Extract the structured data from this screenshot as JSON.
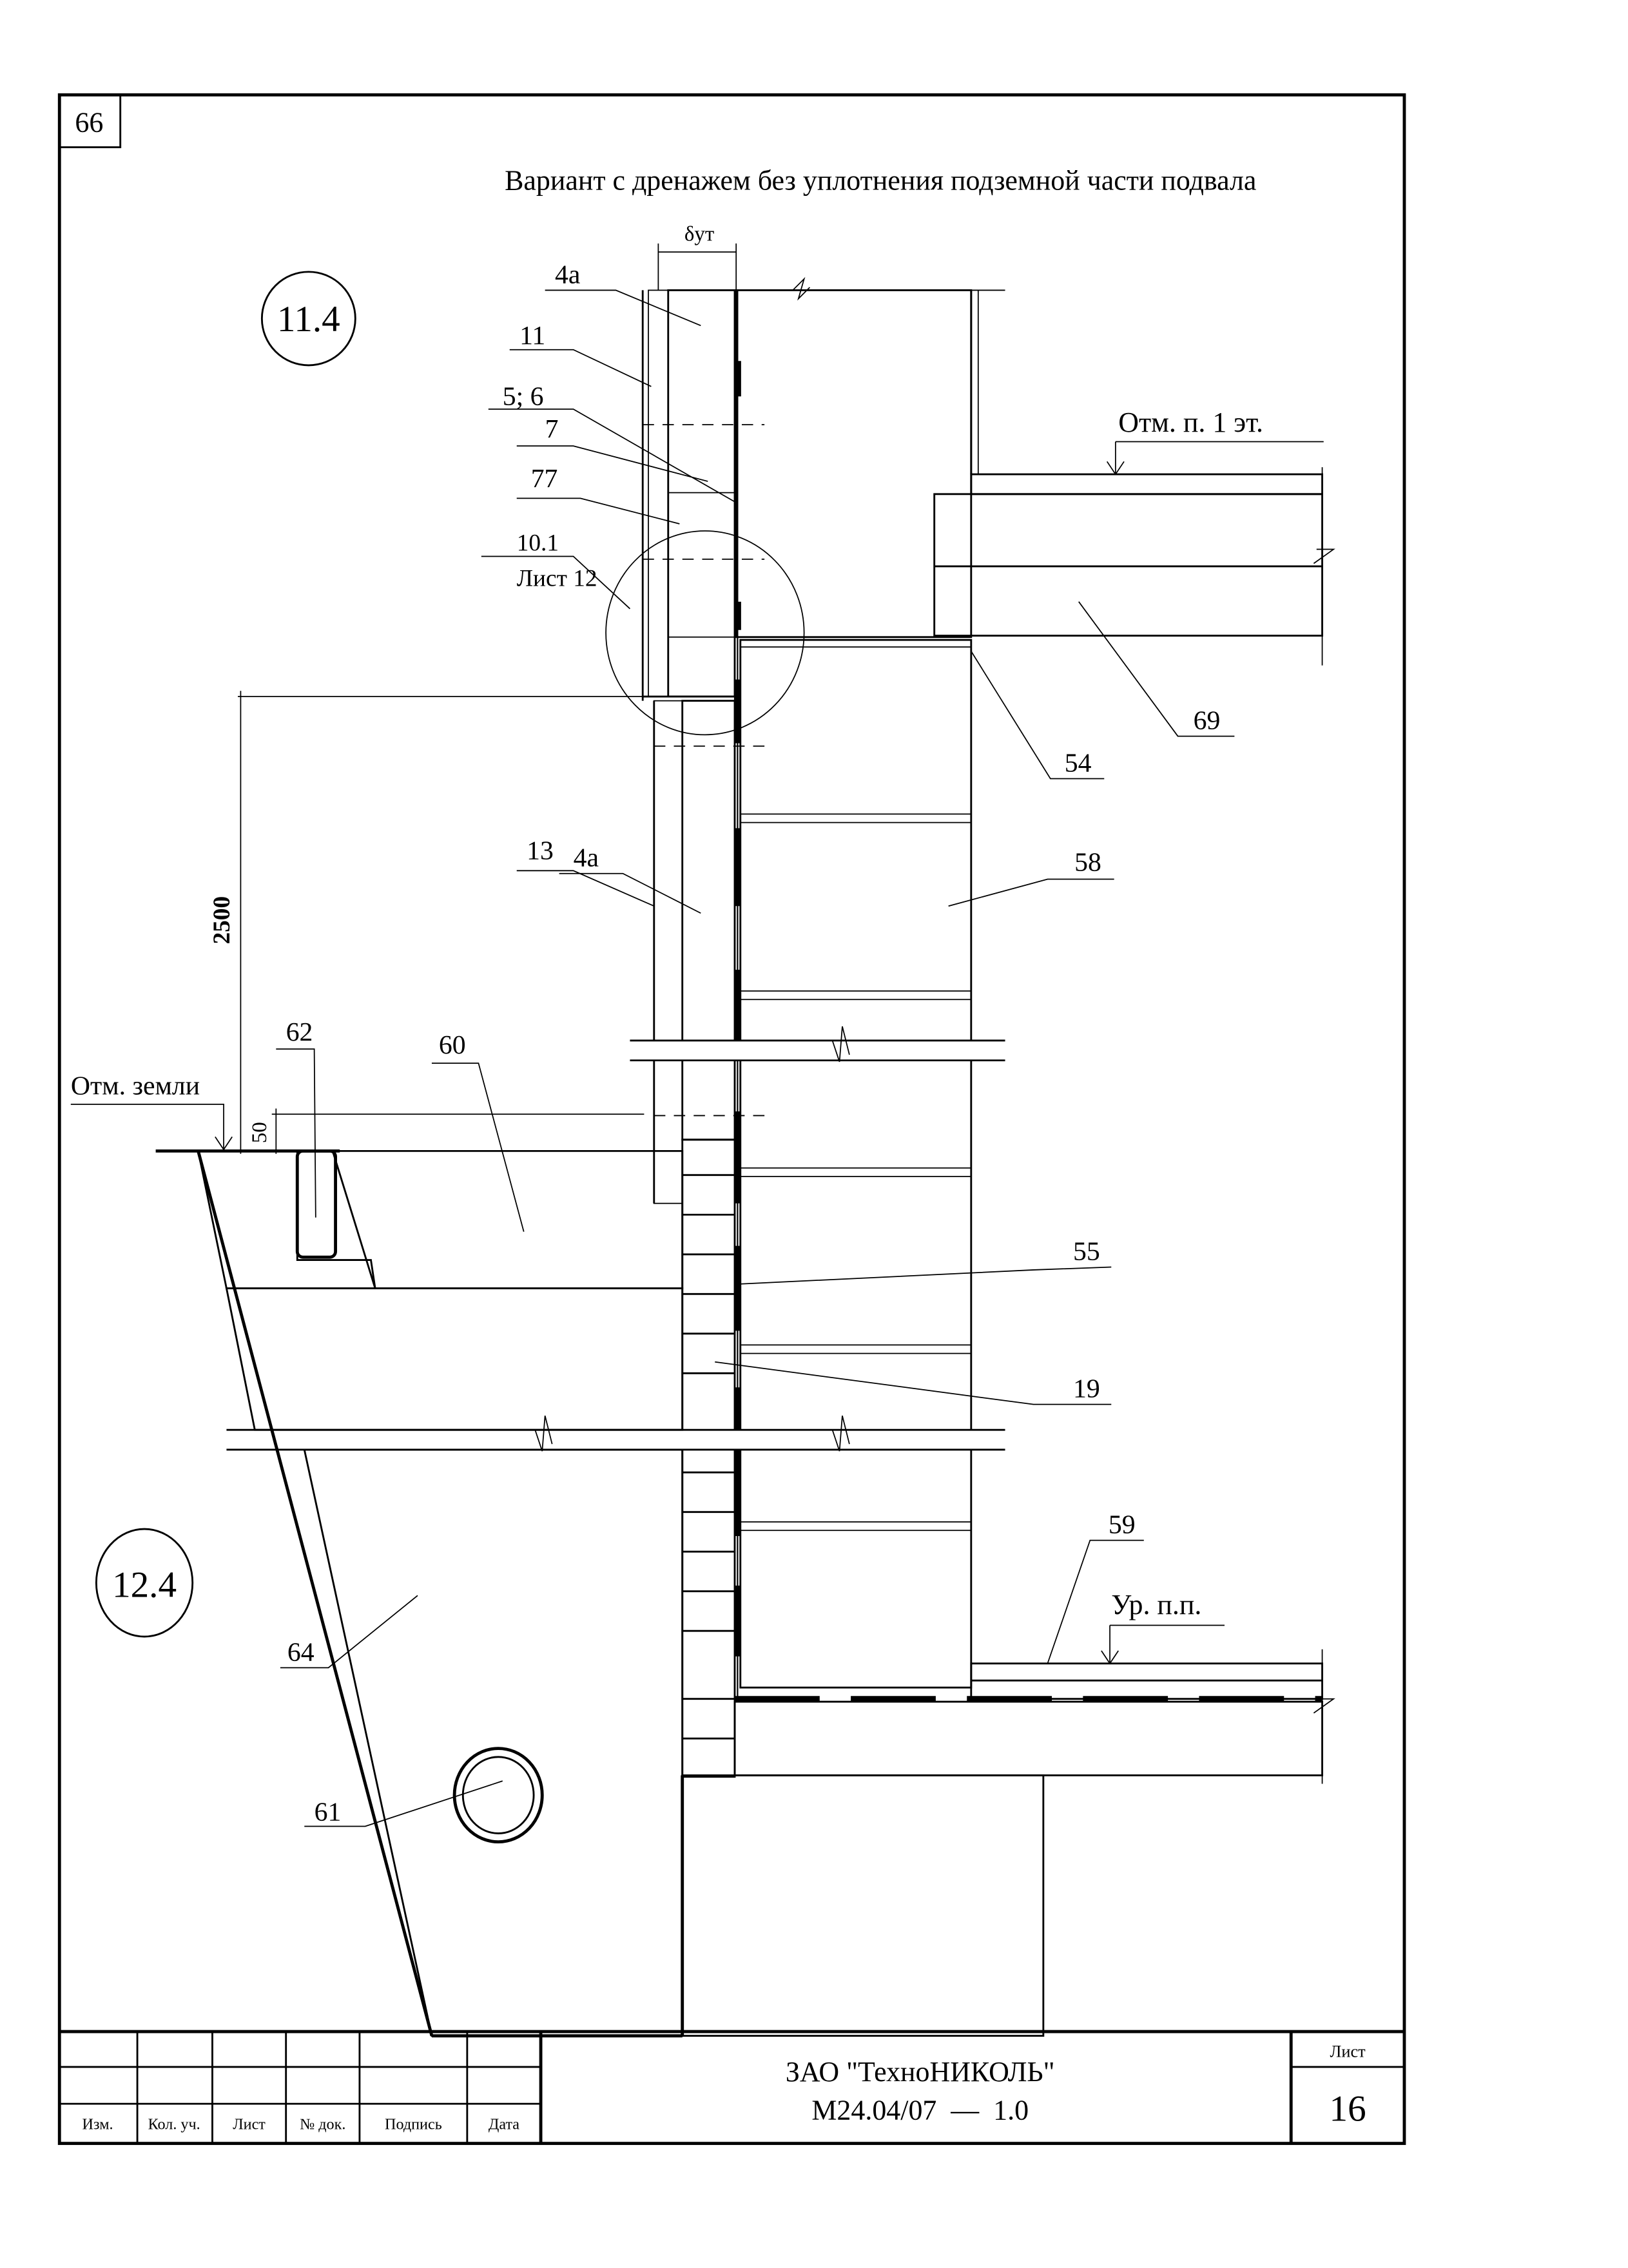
{
  "sheet": {
    "corner_number": "66",
    "title": "Вариант с дренажем без уплотнения подземной части подвала",
    "node_markers": [
      "11.4",
      "12.4"
    ],
    "dimension_symbol": "δут",
    "dimensions": {
      "height_label": "2500",
      "offset_label": "50"
    },
    "elevations": {
      "ground": "Отм. земли",
      "first_floor": "Отм. п. 1 эт.",
      "basement_floor": "Ур. п.п."
    },
    "reference": {
      "node": "10.1",
      "sheet": "Лист 12"
    },
    "callouts_left": [
      "4а",
      "11",
      "5; 6",
      "7",
      "77",
      "4а",
      "13",
      "62",
      "60",
      "64",
      "61"
    ],
    "callouts_right": [
      "69",
      "54",
      "58",
      "55",
      "19",
      "59"
    ]
  },
  "title_block": {
    "columns": [
      "Изм.",
      "Кол. уч.",
      "Лист",
      "№ док.",
      "Подпись",
      "Дата"
    ],
    "company": "ЗАО \"ТехноНИКОЛЬ\"",
    "document_code": "М24.04/07  —  1.0",
    "sheet_label": "Лист",
    "sheet_number": "16"
  }
}
